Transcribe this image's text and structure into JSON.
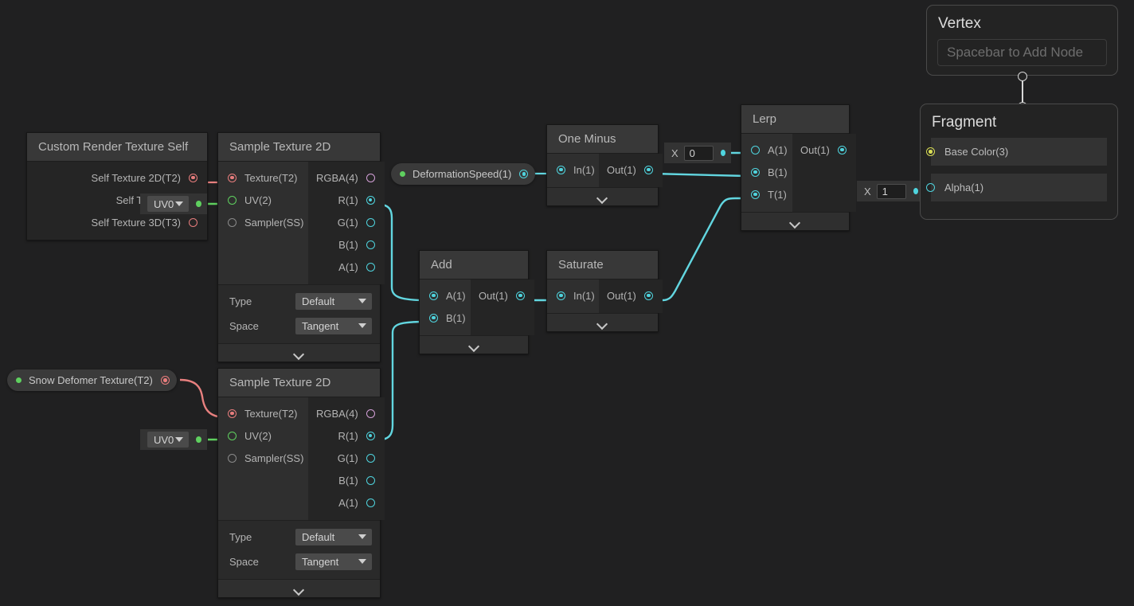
{
  "app": {
    "name": "Unity Shader Graph",
    "background": "#202021"
  },
  "colors": {
    "wire_cyan": "#62d6e0",
    "wire_red": "#e8807f",
    "wire_green": "#5fd05f",
    "wire_yellow": "#d8dc55",
    "node_header": "#383838",
    "node_body": "#262626"
  },
  "properties": [
    {
      "id": "snow-deformer-texture",
      "label": "Snow Defomer Texture(T2)",
      "port_color": "red"
    },
    {
      "id": "deformation-speed",
      "label": "DeformationSpeed(1)",
      "port_color": "cyan"
    }
  ],
  "nodes": {
    "custom_render_texture_self": {
      "title": "Custom Render Texture Self",
      "outputs": [
        {
          "label": "Self Texture 2D(T2)",
          "color": "red",
          "filled": true
        },
        {
          "label": "Self Texture C",
          "color": "green",
          "filled": true
        },
        {
          "label": "Self Texture 3D(T3)",
          "color": "red",
          "filled": false
        }
      ]
    },
    "sample_texture_2d_top": {
      "title": "Sample Texture 2D",
      "inputs": [
        {
          "label": "Texture(T2)",
          "color": "red",
          "filled": true
        },
        {
          "label": "UV(2)",
          "color": "green",
          "filled": false
        },
        {
          "label": "Sampler(SS)",
          "color": "grey",
          "filled": false
        }
      ],
      "outputs": [
        {
          "label": "RGBA(4)",
          "color": "pink",
          "filled": false
        },
        {
          "label": "R(1)",
          "color": "cyan",
          "filled": true
        },
        {
          "label": "G(1)",
          "color": "cyan",
          "filled": false
        },
        {
          "label": "B(1)",
          "color": "cyan",
          "filled": false
        },
        {
          "label": "A(1)",
          "color": "cyan",
          "filled": false
        }
      ],
      "settings": [
        {
          "label": "Type",
          "value": "Default"
        },
        {
          "label": "Space",
          "value": "Tangent"
        }
      ]
    },
    "sample_texture_2d_bottom": {
      "title": "Sample Texture 2D",
      "inputs": [
        {
          "label": "Texture(T2)",
          "color": "red",
          "filled": true
        },
        {
          "label": "UV(2)",
          "color": "green",
          "filled": false
        },
        {
          "label": "Sampler(SS)",
          "color": "grey",
          "filled": false
        }
      ],
      "outputs": [
        {
          "label": "RGBA(4)",
          "color": "pink",
          "filled": false
        },
        {
          "label": "R(1)",
          "color": "cyan",
          "filled": true
        },
        {
          "label": "G(1)",
          "color": "cyan",
          "filled": false
        },
        {
          "label": "B(1)",
          "color": "cyan",
          "filled": false
        },
        {
          "label": "A(1)",
          "color": "cyan",
          "filled": false
        }
      ],
      "settings": [
        {
          "label": "Type",
          "value": "Default"
        },
        {
          "label": "Space",
          "value": "Tangent"
        }
      ]
    },
    "add": {
      "title": "Add",
      "inputs": [
        {
          "label": "A(1)",
          "color": "cyan",
          "filled": true
        },
        {
          "label": "B(1)",
          "color": "cyan",
          "filled": true
        }
      ],
      "outputs": [
        {
          "label": "Out(1)",
          "color": "cyan",
          "filled": true
        }
      ]
    },
    "one_minus": {
      "title": "One Minus",
      "inputs": [
        {
          "label": "In(1)",
          "color": "cyan",
          "filled": true
        }
      ],
      "outputs": [
        {
          "label": "Out(1)",
          "color": "cyan",
          "filled": true
        }
      ]
    },
    "saturate": {
      "title": "Saturate",
      "inputs": [
        {
          "label": "In(1)",
          "color": "cyan",
          "filled": true
        }
      ],
      "outputs": [
        {
          "label": "Out(1)",
          "color": "cyan",
          "filled": true
        }
      ]
    },
    "lerp": {
      "title": "Lerp",
      "inputs": [
        {
          "label": "A(1)",
          "color": "cyan",
          "filled": false
        },
        {
          "label": "B(1)",
          "color": "cyan",
          "filled": true
        },
        {
          "label": "T(1)",
          "color": "cyan",
          "filled": true
        }
      ],
      "outputs": [
        {
          "label": "Out(1)",
          "color": "cyan",
          "filled": true
        }
      ]
    }
  },
  "uv_dropdowns": [
    {
      "id": "uv-dropdown-top",
      "value": "UV0"
    },
    {
      "id": "uv-dropdown-bottom",
      "value": "UV0"
    }
  ],
  "float_fields": [
    {
      "id": "lerp-a-value",
      "axis": "X",
      "value": "0"
    },
    {
      "id": "alpha-value",
      "axis": "X",
      "value": "1"
    }
  ],
  "master_stack": {
    "vertex": {
      "title": "Vertex",
      "placeholder": "Spacebar to Add Node"
    },
    "fragment": {
      "title": "Fragment",
      "blocks": [
        {
          "label": "Base Color(3)",
          "color": "yellow",
          "filled": true
        },
        {
          "label": "Alpha(1)",
          "color": "cyan",
          "filled": false
        }
      ]
    }
  }
}
